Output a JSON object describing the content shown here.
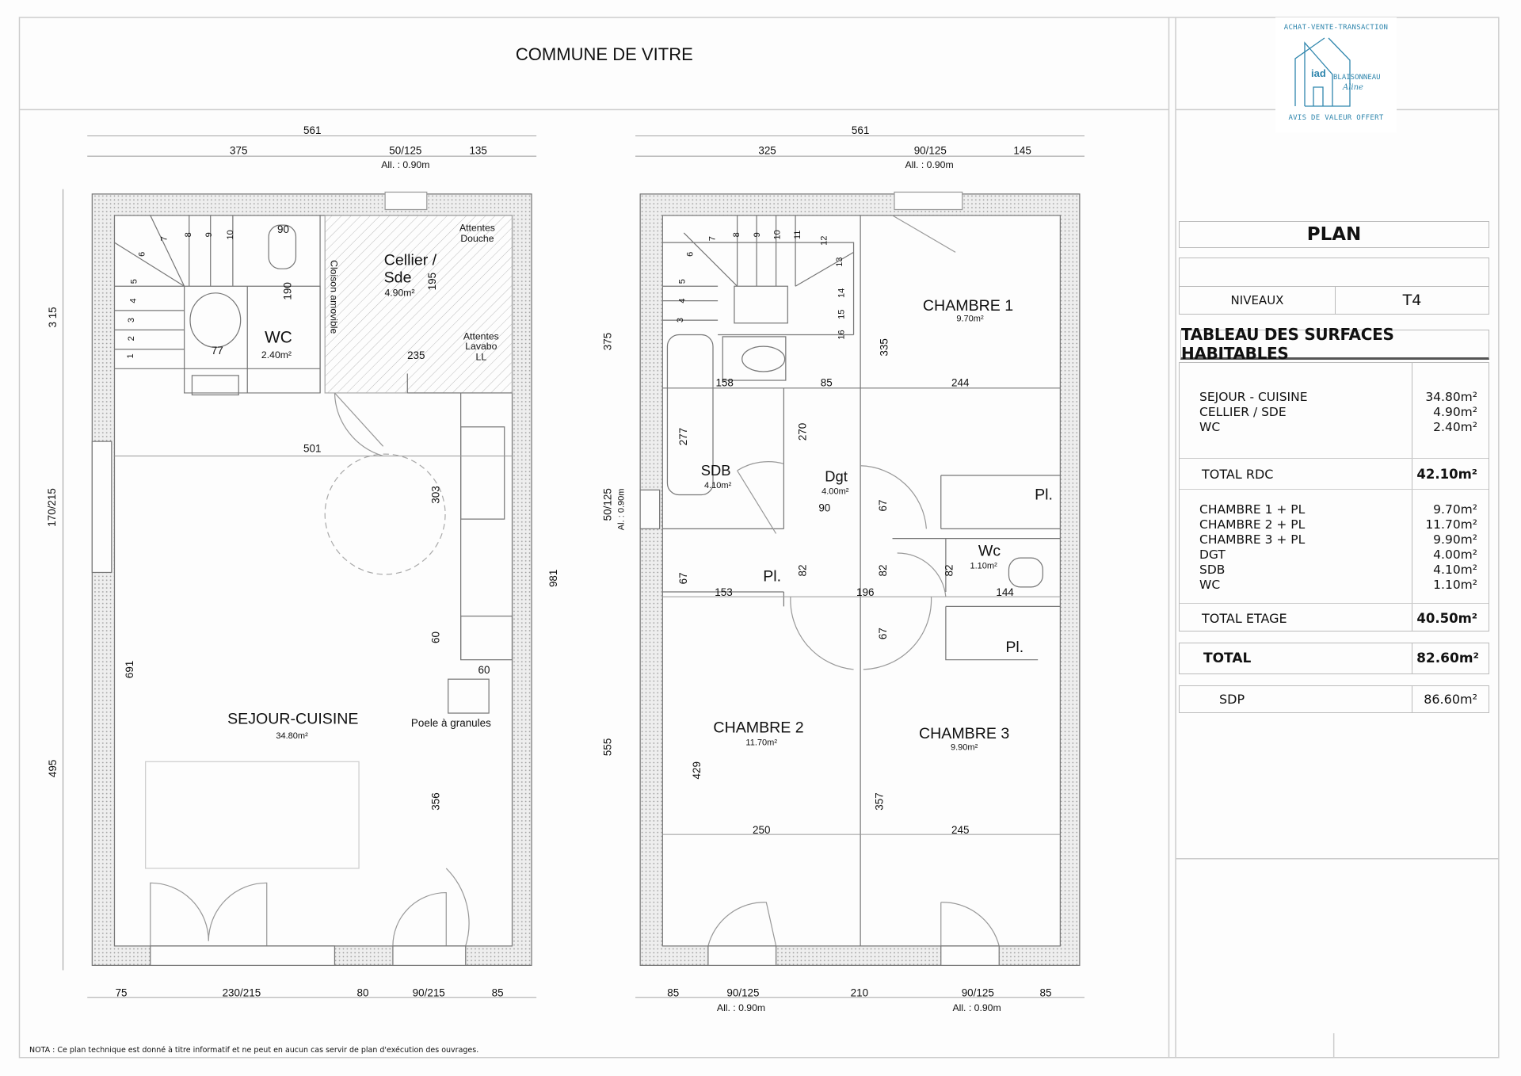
{
  "header": {
    "title": "COMMUNE DE VITRE"
  },
  "logo": {
    "tagline_top": "ACHAT-VENTE-TRANSACTION",
    "brand_mark": "iad",
    "agent_name": "BLAISONNEAU",
    "agent_signature": "Aline",
    "tagline_bottom": "AVIS DE VALEUR OFFERT",
    "color": "#2f86ad"
  },
  "sheet": {
    "plan_label": "PLAN",
    "niveaux_label": "NIVEAUX",
    "niveaux_value": "T4",
    "table_title": "TABLEAU DES SURFACES HABITABLES",
    "rdc_rows": [
      {
        "label": "SEJOUR - CUISINE",
        "value": "34.80m²"
      },
      {
        "label": "CELLIER / SDE",
        "value": "4.90m²"
      },
      {
        "label": "WC",
        "value": "2.40m²"
      }
    ],
    "total_rdc": {
      "label": "TOTAL RDC",
      "value": "42.10m²"
    },
    "etage_rows": [
      {
        "label": "CHAMBRE 1 + PL",
        "value": "9.70m²"
      },
      {
        "label": "CHAMBRE 2 + PL",
        "value": "11.70m²"
      },
      {
        "label": "CHAMBRE 3 + PL",
        "value": "9.90m²"
      },
      {
        "label": "DGT",
        "value": "4.00m²"
      },
      {
        "label": "SDB",
        "value": "4.10m²"
      },
      {
        "label": "WC",
        "value": "1.10m²"
      }
    ],
    "total_etage": {
      "label": "TOTAL ETAGE",
      "value": "40.50m²"
    },
    "total": {
      "label": "TOTAL",
      "value": "82.60m²"
    },
    "sdp": {
      "label": "SDP",
      "value": "86.60m²"
    }
  },
  "plan_rdc": {
    "labels": [
      "561",
      "375",
      "50/125",
      "All. : 0.90m",
      "135",
      "WC",
      "2.40m²",
      "Cellier /",
      "Sde",
      "4.90m²",
      "195",
      "Cloison amovible",
      "190",
      "90",
      "77",
      "235",
      "Attentes",
      "Douche",
      "Attentes",
      "Lavabo",
      "LL",
      "501",
      "303",
      "60",
      "60",
      "Poele à granules",
      "SEJOUR-CUISINE",
      "34.80m²",
      "691",
      "356",
      "981",
      "3 15",
      "170/215",
      "495",
      "75",
      "230/215",
      "80",
      "90/215",
      "85"
    ],
    "stair_steps": [
      "1",
      "2",
      "3",
      "4",
      "5",
      "6",
      "7",
      "8",
      "9",
      "10"
    ]
  },
  "plan_etage": {
    "labels": [
      "561",
      "325",
      "90/125",
      "All. : 0.90m",
      "145",
      "CHAMBRE 1",
      "9.70m²",
      "335",
      "375",
      "50/125",
      "Al. : 0.90m",
      "555",
      "158",
      "85",
      "244",
      "277",
      "270",
      "SDB",
      "4.10m²",
      "Dgt",
      "4.00m²",
      "90",
      "67",
      "Pl.",
      "Wc",
      "1.10m²",
      "82",
      "82",
      "82",
      "67",
      "Pl.",
      "153",
      "196",
      "144",
      "67",
      "Pl.",
      "CHAMBRE 2",
      "11.70m²",
      "CHAMBRE 3",
      "9.90m²",
      "429",
      "357",
      "250",
      "245",
      "85",
      "90/125",
      "210",
      "90/125",
      "85",
      "All. : 0.90m",
      "All. : 0.90m"
    ],
    "stair_steps": [
      "3",
      "4",
      "5",
      "6",
      "7",
      "8",
      "9",
      "10",
      "11",
      "12",
      "13",
      "14",
      "15",
      "16"
    ]
  },
  "footer": {
    "nota": "NOTA : Ce plan technique est donné à titre informatif et ne peut en aucun cas servir de plan d'exécution des ouvrages."
  }
}
